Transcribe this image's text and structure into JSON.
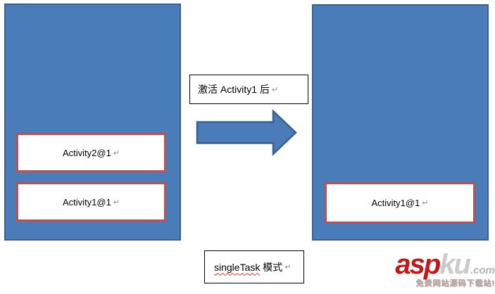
{
  "diagram": {
    "left_stack": {
      "items": [
        {
          "label": "Activity2@1"
        },
        {
          "label": "Activity1@1"
        }
      ]
    },
    "right_stack": {
      "items": [
        {
          "label": "Activity1@1"
        }
      ]
    },
    "arrow_label": "激活 Activity1 后",
    "caption": {
      "highlighted": "singleTask",
      "rest": " 模式"
    },
    "marks": {
      "return": "↵"
    },
    "colors": {
      "stack_fill": "#4a7cba",
      "stack_border": "#36618e",
      "activity_fill": "#ffffff",
      "activity_border": "#c0504d",
      "arrow_fill": "#4a7cba",
      "arrow_border": "#36618e",
      "spellcheck_underline": "#e03131"
    }
  },
  "watermark": {
    "brand_red": "asp",
    "brand_gray": "ku",
    "brand_suffix": ".com",
    "tagline": "免费网站源码下载站!"
  }
}
